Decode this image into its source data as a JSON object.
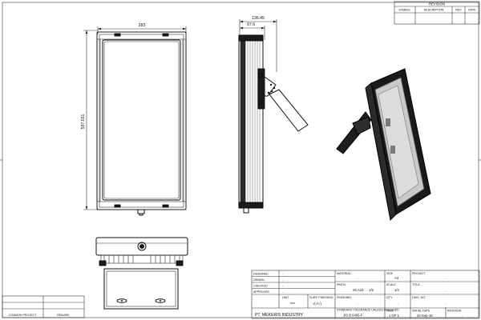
{
  "revision_table": {
    "title": "REVISION",
    "headers": [
      "SYMBOL",
      "DESCRIPTION",
      "REV",
      "DATE"
    ]
  },
  "dimensions": {
    "front_width": "283",
    "front_height": "597.031",
    "side_total": "136.45",
    "side_inner": "97.6"
  },
  "title_block": {
    "designed_label": "DESIGNED",
    "designed_value": "-",
    "drawn_label": "DRAWN",
    "drawn_value": "-",
    "checked_label": "CHECKED",
    "checked_value": "-",
    "approved_label": "APPROVED",
    "approved_value": "-",
    "unit_label": "UNIT",
    "unit_value": "mm",
    "surf_label": "SURF. FINISHING",
    "surf_symbol": "√(√/√)",
    "finishing_label": "FINISHING",
    "finishing_value": "-",
    "material_label": "MATERIAL",
    "material_value": "-",
    "part_label": "PART#",
    "scale_label": "SCALE",
    "scale_value": "1/5",
    "tolerance_label": "STANDARD TOLERANCE UNLESS SPECIFIED",
    "tolerance_value": "JIS B 0405-F",
    "company": "PT. MEKERIS INDUSTRY",
    "size_label": "SIZE",
    "size_value": "A3",
    "project_label": "PROJECT",
    "project_value": "-",
    "scale2_label": "SCALE",
    "scale2_value": "1/4",
    "title_label": "TITLE",
    "title_value": "-",
    "qty_label": "QTY.",
    "qty_value": "-",
    "dwg_label": "DWG. NO.",
    "dwg_value": "-",
    "page_label": "PAGE",
    "page_value": "1 OF 1",
    "initial_date_label": "INITIAL DATE",
    "initial_date_value": "20-Sep-18",
    "revision_label": "REVISION",
    "revision_value": "-"
  },
  "common_table": {
    "label": "COMMON PROJECT",
    "value": "REMARK"
  }
}
